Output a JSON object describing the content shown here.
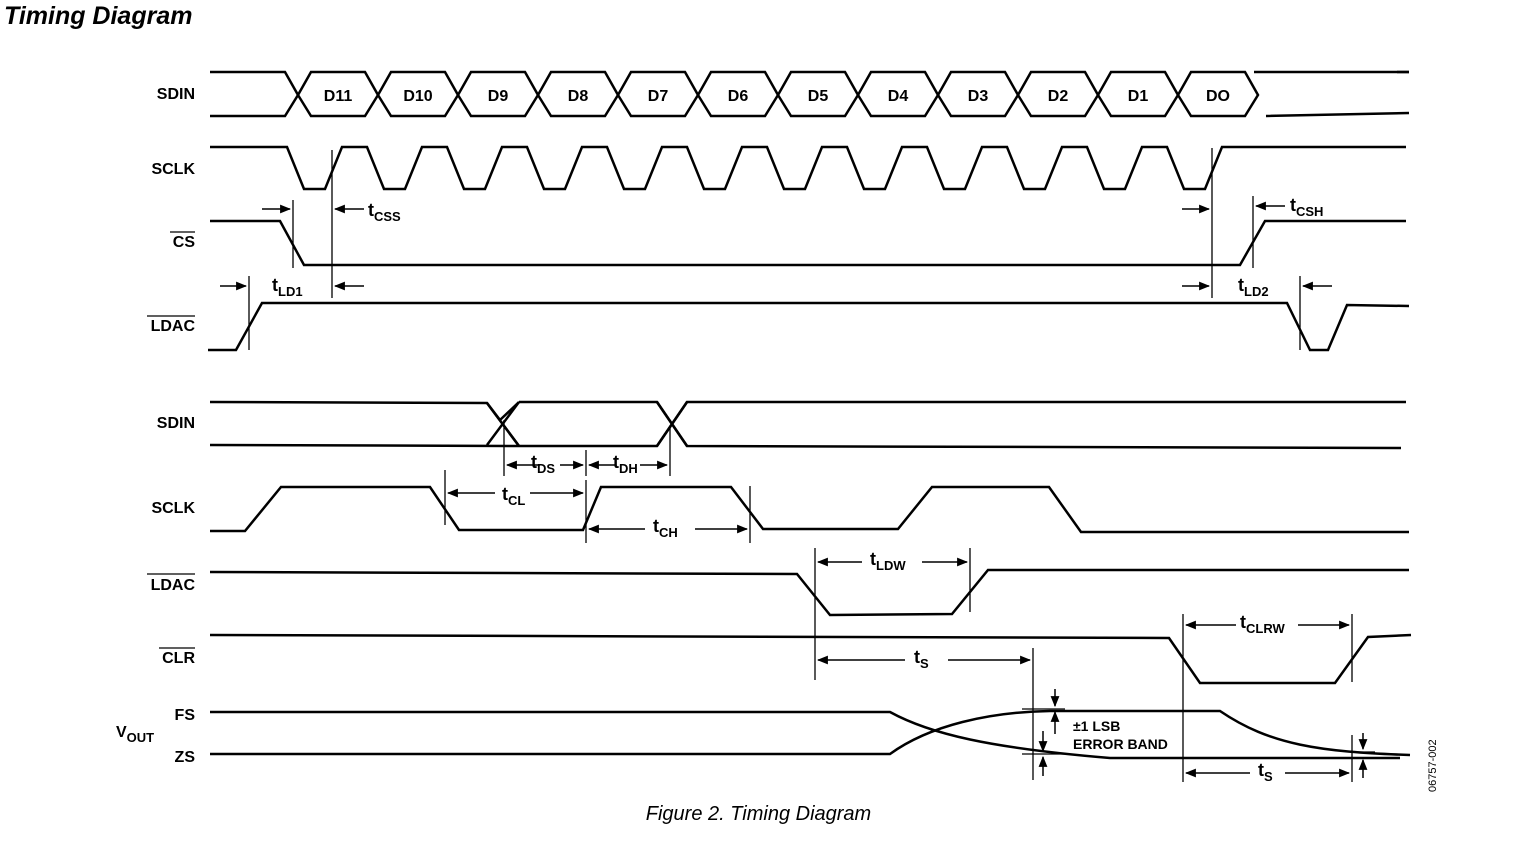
{
  "title": "Timing Diagram",
  "caption": "Figure 2. Timing Diagram",
  "figure_code": "06757-002",
  "signals": {
    "sdin": "SDIN",
    "sclk": "SCLK",
    "cs": "CS",
    "ldac": "LDAC",
    "clr": "CLR",
    "vout_main": "V",
    "vout_sub": "OUT",
    "fs": "FS",
    "zs": "ZS"
  },
  "data_bits": [
    "D11",
    "D10",
    "D9",
    "D8",
    "D7",
    "D6",
    "D5",
    "D4",
    "D3",
    "D2",
    "D1",
    "DO"
  ],
  "timing": {
    "tcss": {
      "main": "t",
      "sub": "CSS"
    },
    "tcsh": {
      "main": "t",
      "sub": "CSH"
    },
    "tld1": {
      "main": "t",
      "sub": "LD1"
    },
    "tld2": {
      "main": "t",
      "sub": "LD2"
    },
    "tds": {
      "main": "t",
      "sub": "DS"
    },
    "tdh": {
      "main": "t",
      "sub": "DH"
    },
    "tcl": {
      "main": "t",
      "sub": "CL"
    },
    "tch": {
      "main": "t",
      "sub": "CH"
    },
    "tldw": {
      "main": "t",
      "sub": "LDW"
    },
    "tclrw": {
      "main": "t",
      "sub": "CLRW"
    },
    "ts1": {
      "main": "t",
      "sub": "S"
    },
    "ts2": {
      "main": "t",
      "sub": "S"
    }
  },
  "error_band": {
    "line1": "±1 LSB",
    "line2": "ERROR BAND"
  }
}
